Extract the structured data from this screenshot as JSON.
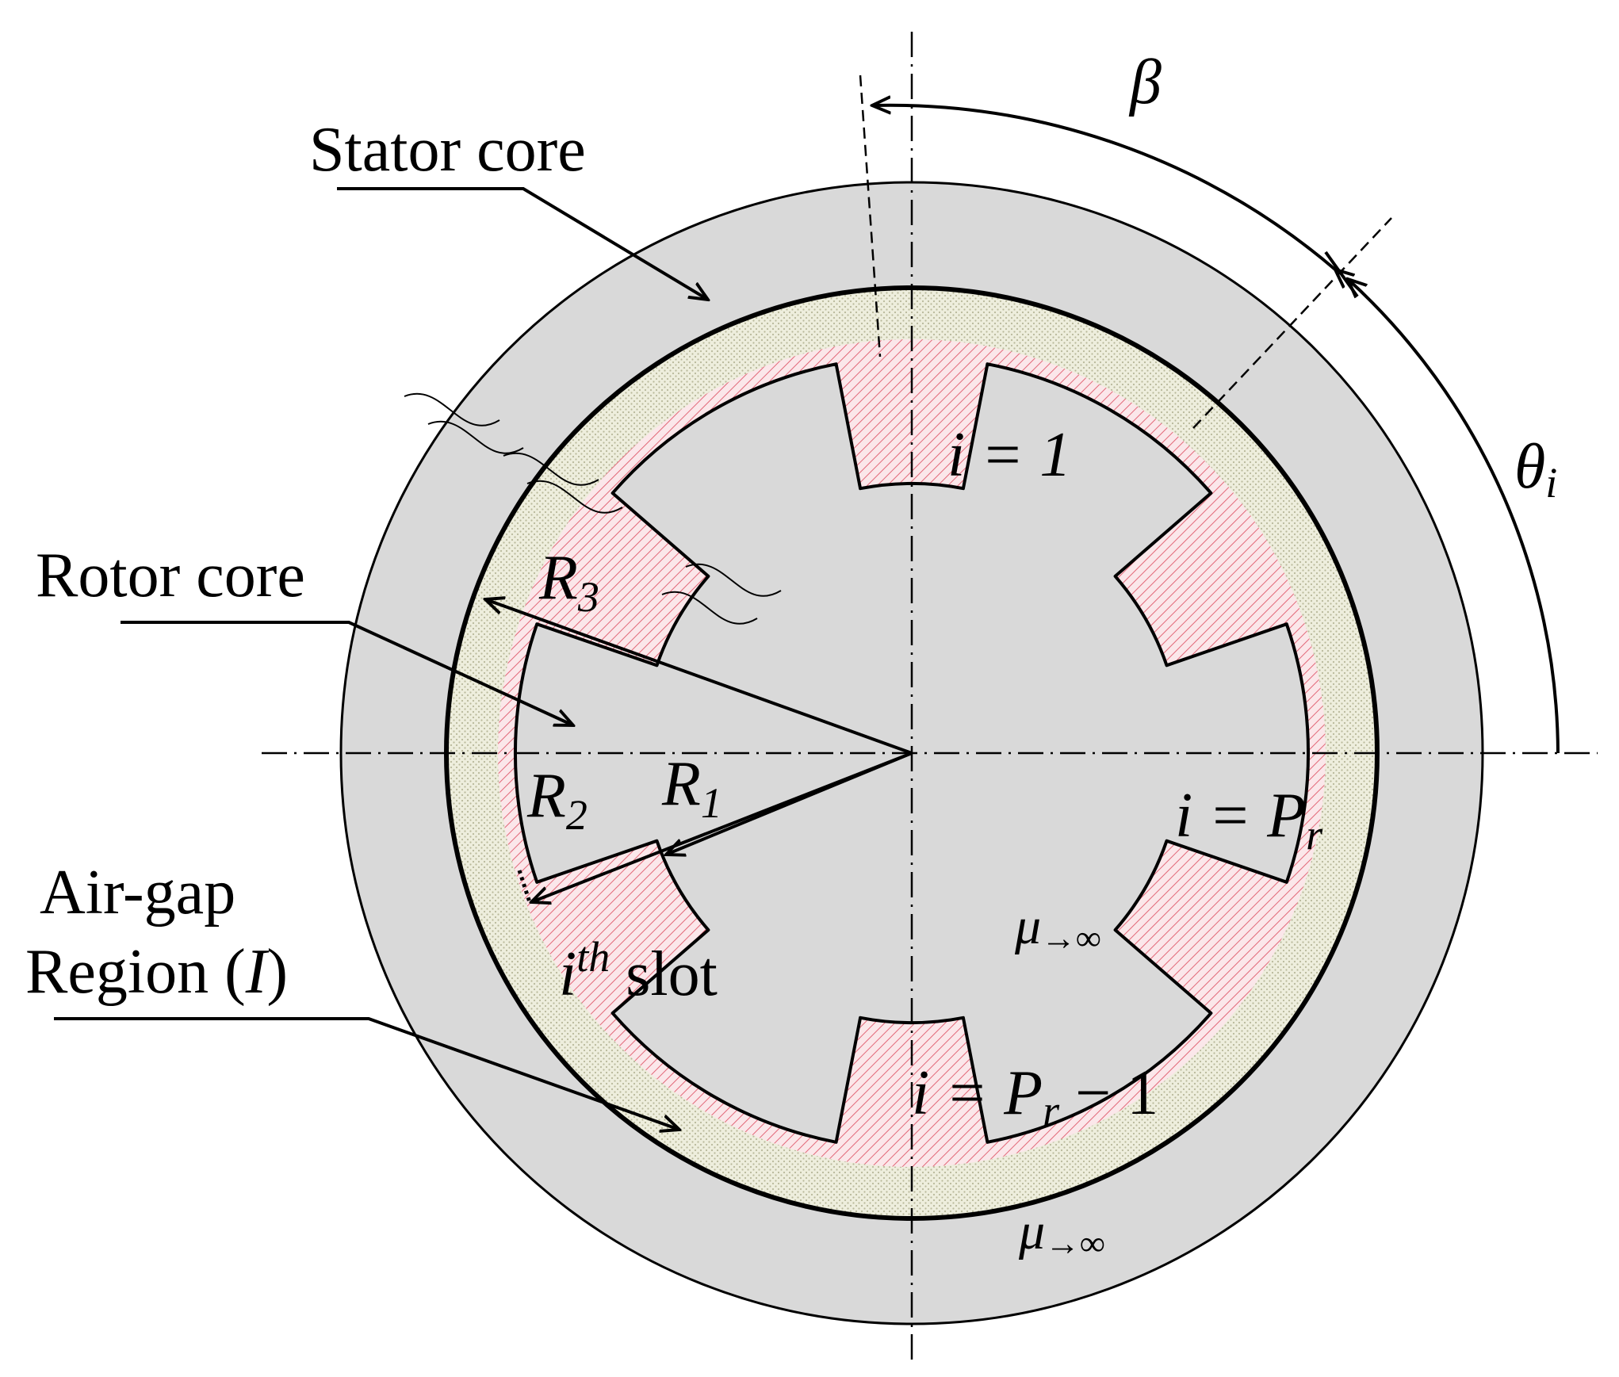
{
  "labels": {
    "stator_core": "Stator core",
    "rotor_core": "Rotor core",
    "air_gap_line1": "Air-gap",
    "air_gap_line2_prefix": "Region (",
    "air_gap_line2_roman": "I",
    "air_gap_line2_suffix": ")",
    "beta": "β",
    "theta": "θ",
    "theta_sub": "i",
    "R1": "R",
    "R1_sub": "1",
    "R2": "R",
    "R2_sub": "2",
    "R3": "R",
    "R3_sub": "3",
    "slot_1": "i = 1",
    "slot_pr_prefix": "i = P",
    "slot_pr_sub": "r",
    "slot_pr1_prefix": "i = P",
    "slot_pr1_sub": "r",
    "slot_pr1_suffix": " − 1",
    "ith_slot_i": "i",
    "ith_slot_sup": "th",
    "ith_slot_word": " slot",
    "mu_rotor": "μ",
    "mu_rotor_sub": "→∞",
    "mu_stator": "μ",
    "mu_stator_sub": "→∞"
  },
  "colors": {
    "stator_fill": "#d9d9d9",
    "rotor_fill": "#d9d9d9",
    "air_gap_fill": "#eeeedd",
    "slot_fill": "#fbe7ea",
    "slot_hatch": "#e26878",
    "outline": "#000000"
  },
  "geometry_params": {
    "slot_count": 6,
    "slot_spacing_deg": 60,
    "slot_opening_deg": 22,
    "tooth_arc_deg": 38
  }
}
